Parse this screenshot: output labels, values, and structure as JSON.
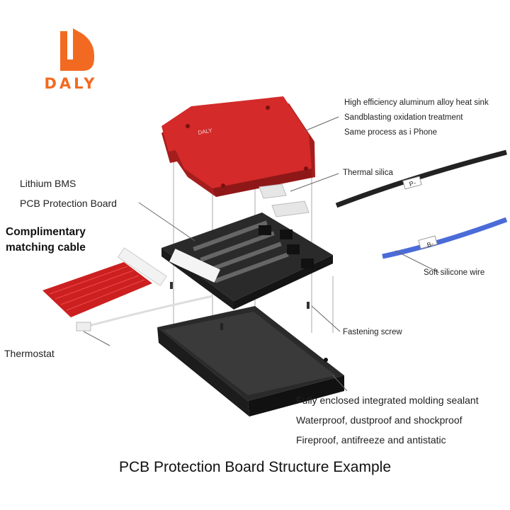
{
  "brand": {
    "logo_text": "DALY",
    "accent_color": "#f26a21"
  },
  "heatsink": {
    "label_lines": [
      "High efficiency aluminum alloy heat sink",
      "Sandblasting oxidation treatment",
      "Same process as i Phone"
    ],
    "color": "#d42a2a"
  },
  "thermal_silica": {
    "label": "Thermal silica"
  },
  "bms": {
    "label_line1": "Lithium BMS",
    "label_line2": "PCB Protection Board"
  },
  "cable": {
    "label_line1": "Complimentary",
    "label_line2": "matching cable"
  },
  "wire": {
    "label": "Soft silicone wire",
    "tag_b": "B-",
    "tag_p": "P-"
  },
  "screw": {
    "label": "Fastening screw"
  },
  "thermostat": {
    "label": "Thermostat"
  },
  "case": {
    "label_lines": [
      "Fully enclosed integrated molding sealant",
      "Waterproof, dustproof and shockproof",
      "Fireproof, antifreeze and antistatic"
    ]
  },
  "caption": "PCB Protection Board Structure Example"
}
